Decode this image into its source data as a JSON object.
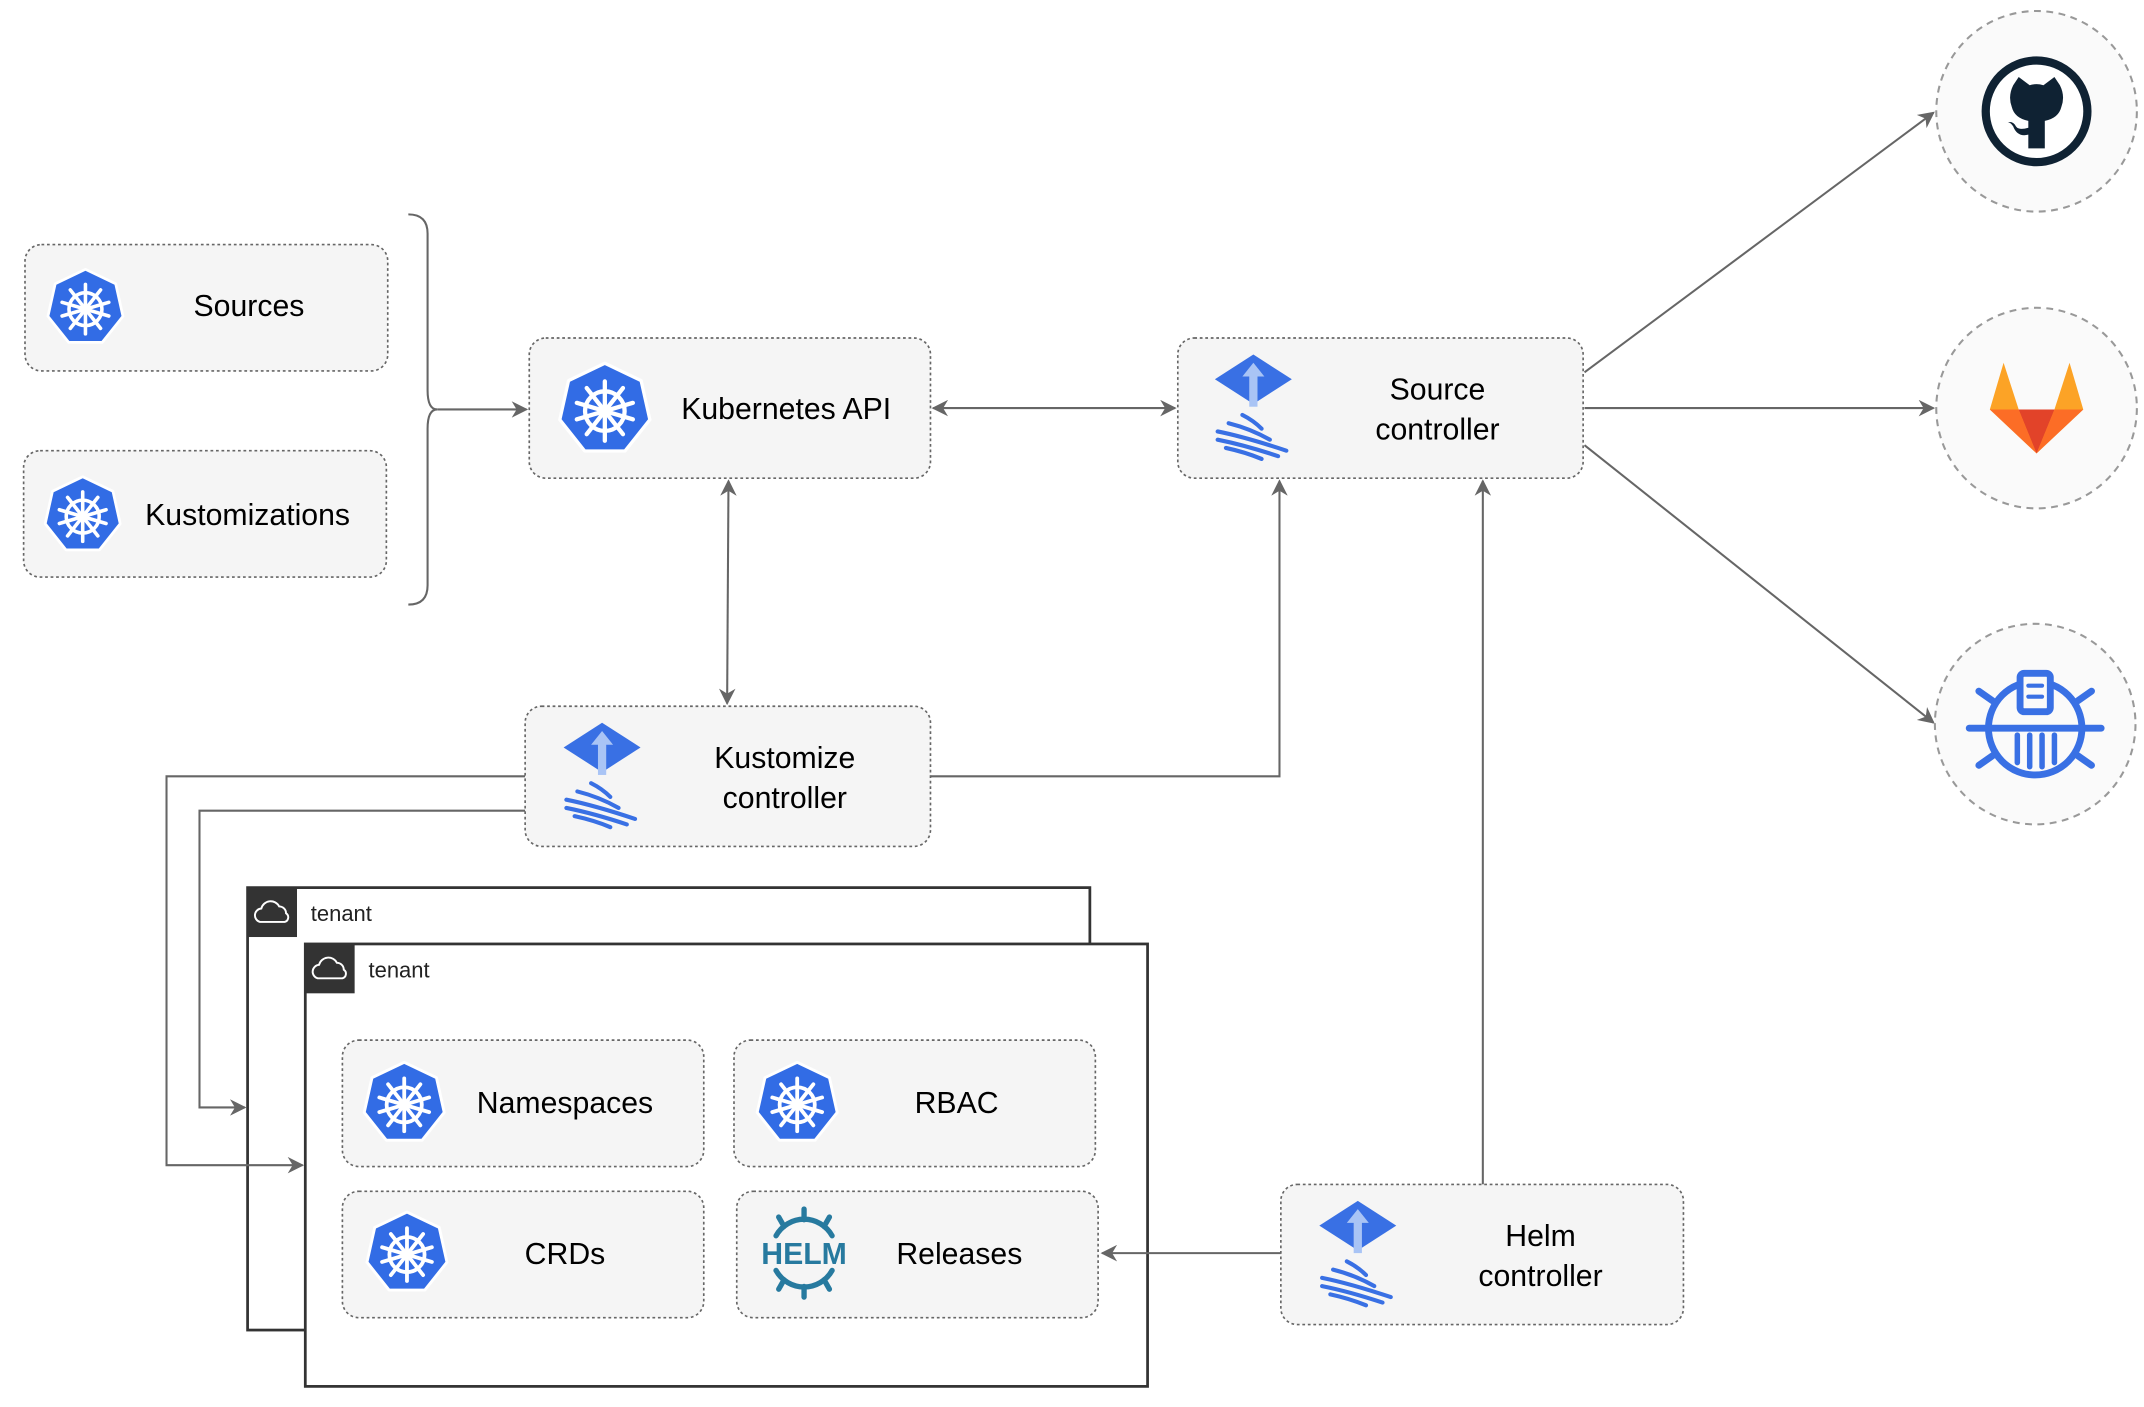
{
  "nodes": {
    "sources": {
      "label": "Sources",
      "icon": "kubernetes-icon"
    },
    "kustomizations": {
      "label": "Kustomizations",
      "icon": "kubernetes-icon"
    },
    "kubernetes_api": {
      "label": "Kubernetes API",
      "icon": "kubernetes-icon"
    },
    "source_controller": {
      "line1": "Source",
      "line2": "controller",
      "icon": "flux-icon"
    },
    "kustomize_controller": {
      "line1": "Kustomize",
      "line2": "controller",
      "icon": "flux-icon"
    },
    "helm_controller": {
      "line1": "Helm",
      "line2": "controller",
      "icon": "flux-icon"
    },
    "namespaces": {
      "label": "Namespaces",
      "icon": "kubernetes-icon"
    },
    "rbac": {
      "label": "RBAC",
      "icon": "kubernetes-icon"
    },
    "crds": {
      "label": "CRDs",
      "icon": "kubernetes-icon"
    },
    "releases": {
      "label": "Releases",
      "icon": "helm-icon",
      "logo_text": "HELM"
    }
  },
  "tenants": [
    {
      "label": "tenant",
      "icon": "cloud-icon"
    },
    {
      "label": "tenant",
      "icon": "cloud-icon"
    }
  ],
  "external": [
    {
      "name": "github",
      "icon": "github-icon"
    },
    {
      "name": "gitlab",
      "icon": "gitlab-icon"
    },
    {
      "name": "bucket",
      "icon": "minio-bucket-icon"
    }
  ],
  "colors": {
    "kubernetes_blue": "#326ce5",
    "flux_blue": "#3970e4",
    "helm_teal": "#277a9f",
    "github_dark": "#0f2233",
    "gitlab_orange": "#e24329",
    "box_fill": "#f5f5f5",
    "edge": "#666666"
  }
}
